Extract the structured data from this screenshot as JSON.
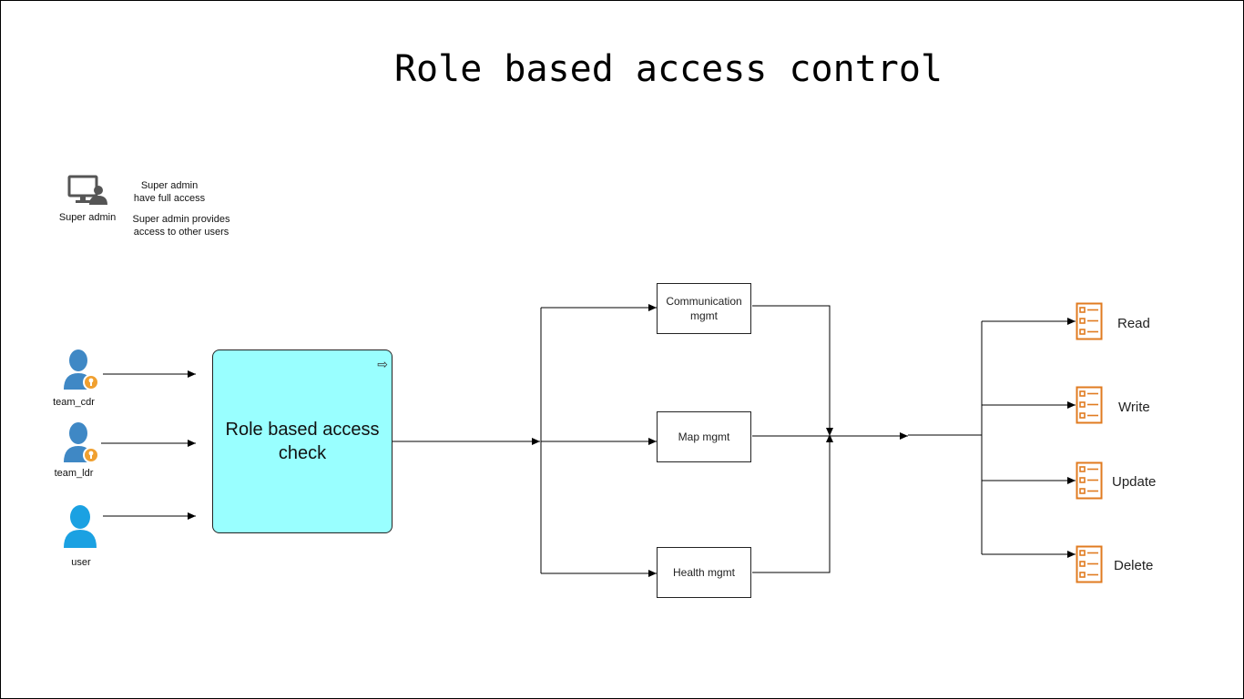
{
  "title": "Role based access control",
  "super_admin": {
    "label": "Super admin",
    "note1": "Super admin have full access",
    "note2": "Super admin provides access to other users"
  },
  "users": [
    {
      "label": "team_cdr",
      "icon": "user-key-icon"
    },
    {
      "label": "team_ldr",
      "icon": "user-key-icon"
    },
    {
      "label": "user",
      "icon": "user-icon"
    }
  ],
  "check_box": {
    "label": "Role based access check"
  },
  "modules": [
    {
      "label": "Communication mgmt"
    },
    {
      "label": "Map mgmt"
    },
    {
      "label": "Health mgmt"
    }
  ],
  "operations": [
    {
      "label": "Read",
      "icon": "list-icon"
    },
    {
      "label": "Write",
      "icon": "list-icon"
    },
    {
      "label": "Update",
      "icon": "list-icon"
    },
    {
      "label": "Delete",
      "icon": "list-icon"
    }
  ],
  "colors": {
    "user_blue": "#1ba1e2",
    "user_blue_dark": "#3f88c5",
    "key_orange": "#f0a030",
    "list_orange": "#e07b20",
    "check_fill": "#99ffff",
    "icon_gray": "#555555"
  }
}
